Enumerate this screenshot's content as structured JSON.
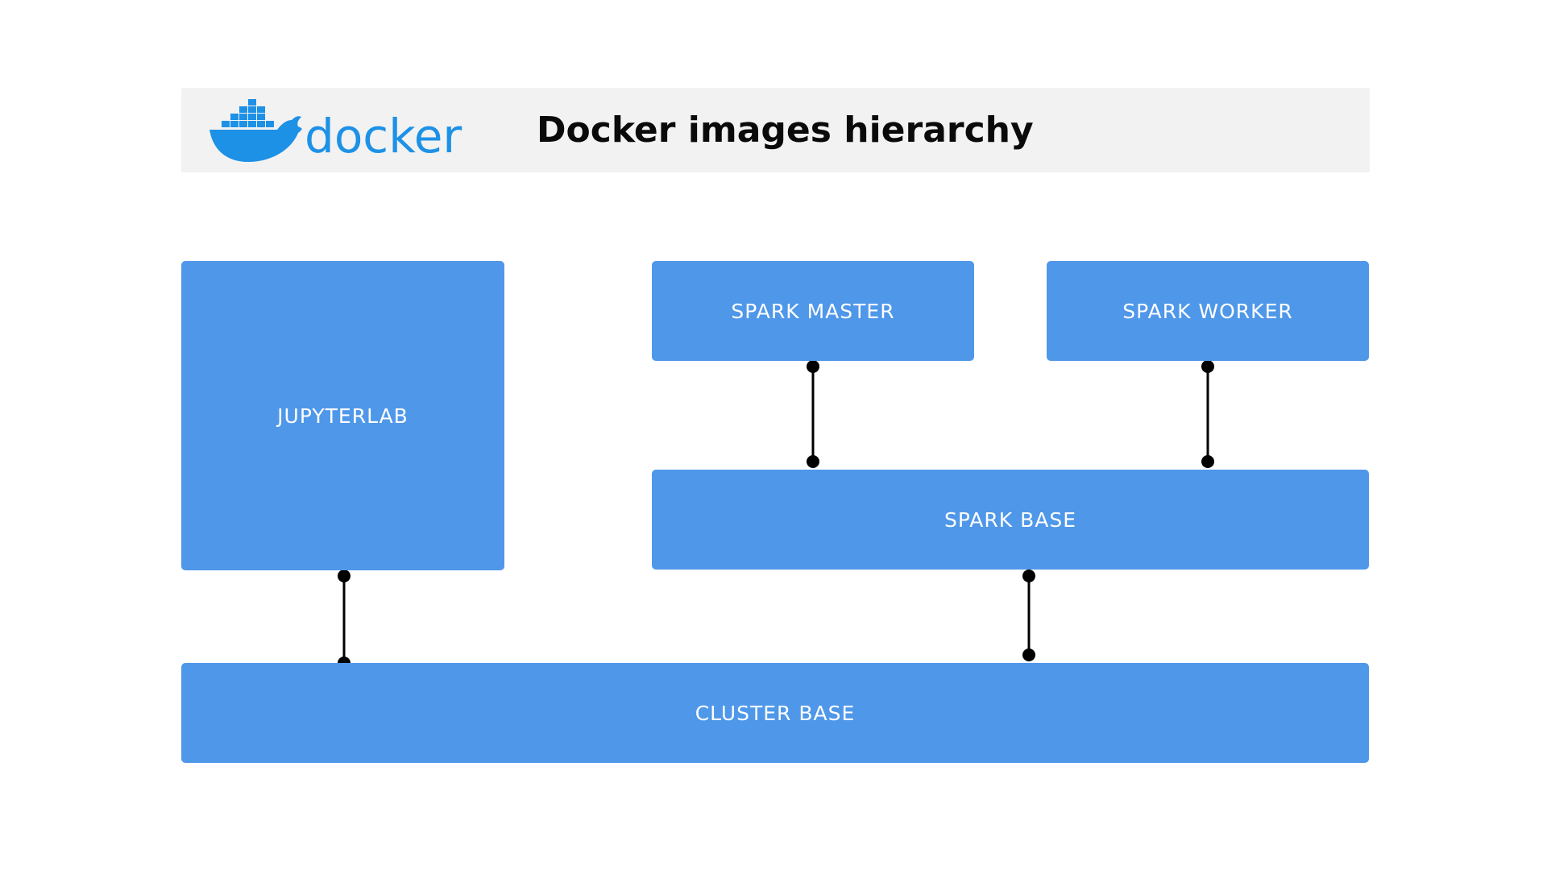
{
  "header": {
    "logo_text": "docker",
    "title": "Docker images hierarchy"
  },
  "nodes": {
    "jupyterlab": "JUPYTERLAB",
    "spark_master": "SPARK MASTER",
    "spark_worker": "SPARK WORKER",
    "spark_base": "SPARK BASE",
    "cluster_base": "CLUSTER BASE"
  },
  "edges": [
    {
      "from": "spark_master",
      "to": "spark_base"
    },
    {
      "from": "spark_worker",
      "to": "spark_base"
    },
    {
      "from": "jupyterlab",
      "to": "cluster_base"
    },
    {
      "from": "spark_base",
      "to": "cluster_base"
    }
  ],
  "colors": {
    "box": "#4f97e9",
    "docker_blue": "#1d91e6",
    "header_bg": "#f2f2f2",
    "connector": "#000000"
  }
}
